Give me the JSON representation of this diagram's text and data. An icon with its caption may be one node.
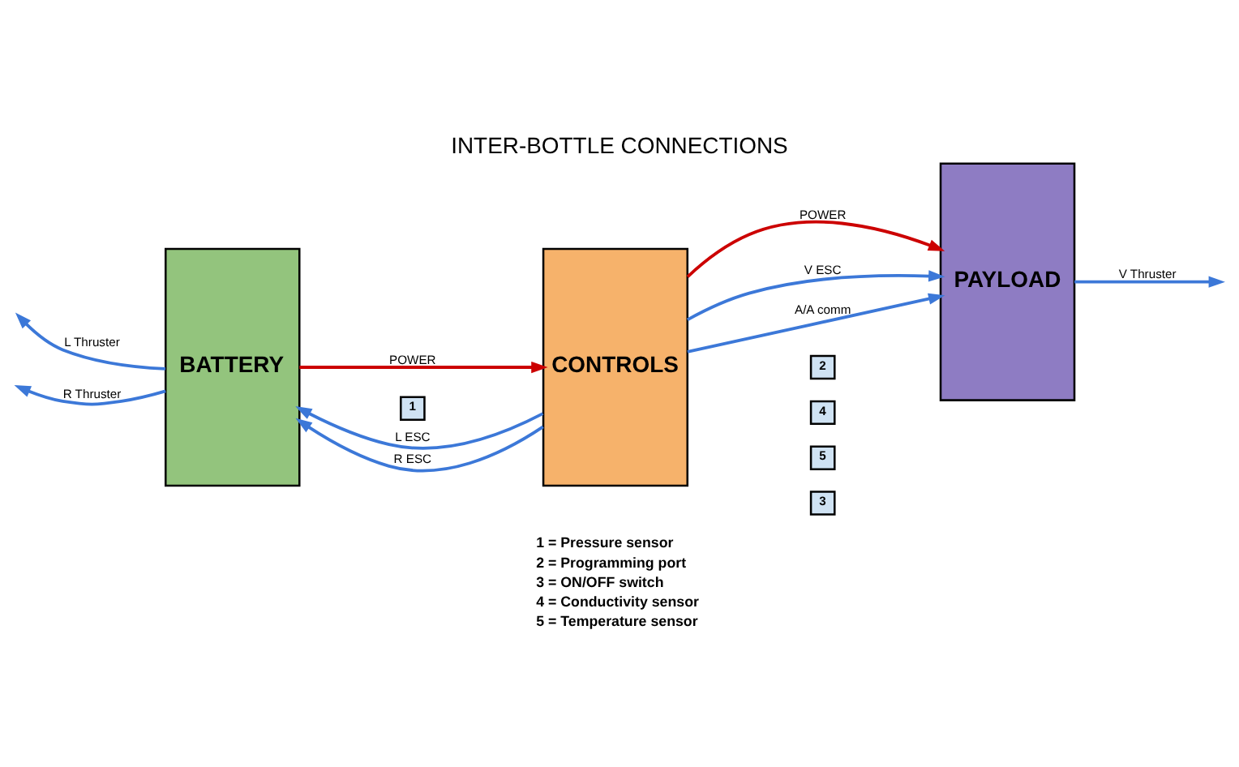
{
  "diagram": {
    "title": "INTER-BOTTLE CONNECTIONS",
    "nodes": [
      {
        "text": [
          "BATTERY"
        ]
      },
      {
        "text": [
          "CONTROLS"
        ]
      },
      {
        "text": [
          "PAYLOAD"
        ]
      },
      {
        "text": [
          "2"
        ]
      },
      {
        "text": [
          "4"
        ]
      },
      {
        "text": [
          "5"
        ]
      },
      {
        "text": [
          "3"
        ]
      },
      {
        "text": [
          "1"
        ]
      }
    ],
    "edges": [
      {
        "from": 0,
        "to": 1,
        "arrow": "to",
        "label": "POWER",
        "color": "#cc0000"
      },
      {
        "from": 1,
        "to": 2,
        "arrow": "to",
        "label": "POWER",
        "color": "#cc0000"
      },
      {
        "from": 1,
        "to": 0,
        "arrow": "to",
        "label": "L ESC"
      },
      {
        "from": 0,
        "to": null,
        "arrow": "to",
        "label": "L Thruster"
      },
      {
        "from": 1,
        "to": 0,
        "arrow": "to",
        "label": "R ESC"
      },
      {
        "from": 0,
        "to": null,
        "arrow": "to",
        "label": "R Thruster"
      },
      {
        "from": 1,
        "to": 2,
        "arrow": "to",
        "label": "V ESC"
      },
      {
        "from": 2,
        "to": null,
        "arrow": "to",
        "label": "V Thruster"
      },
      {
        "from": 1,
        "to": 2,
        "arrow": "to",
        "label": "A/A comm"
      }
    ],
    "labels": [
      "1 = Pressure sensor",
      "2 = Programming port",
      "3 = ON/OFF switch",
      "4 = Conductivity sensor",
      "5 = Temperature sensor"
    ]
  }
}
